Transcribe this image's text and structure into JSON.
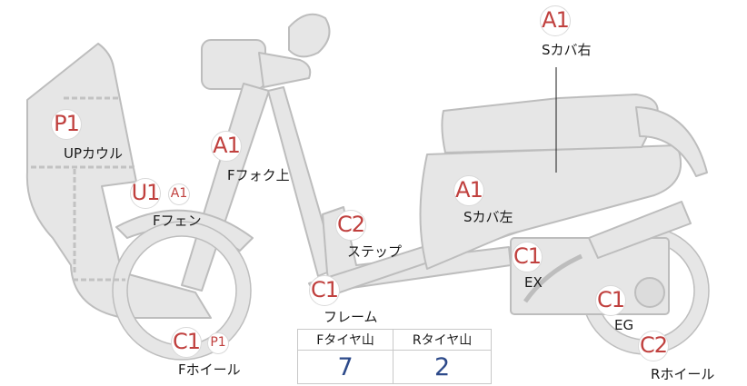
{
  "parts": [
    {
      "id": "p-scover-right",
      "code": "A1",
      "label": "Sカバ右"
    },
    {
      "id": "p-up-cowl",
      "code": "P1",
      "label": "UPカウル"
    },
    {
      "id": "p-ffork-upper",
      "code": "A1",
      "label": "Fフォク上"
    },
    {
      "id": "p-ffender",
      "code": "U1",
      "sub": "A1",
      "label": "Fフェン"
    },
    {
      "id": "p-scover-left",
      "code": "A1",
      "label": "Sカバ左"
    },
    {
      "id": "p-step",
      "code": "C2",
      "label": "ステップ"
    },
    {
      "id": "p-ex",
      "code": "C1",
      "label": "EX"
    },
    {
      "id": "p-frame",
      "code": "C1",
      "label": "フレーム"
    },
    {
      "id": "p-eg",
      "code": "C1",
      "label": "EG"
    },
    {
      "id": "p-fwheel",
      "code": "C1",
      "sub": "P1",
      "label": "Fホイール"
    },
    {
      "id": "p-rwheel",
      "code": "C2",
      "label": "Rホイール"
    }
  ],
  "tire_table": {
    "headers": [
      "Fタイヤ山",
      "Rタイヤ山"
    ],
    "values": [
      "7",
      "2"
    ]
  },
  "colors": {
    "part_fill": "#e6e6e6",
    "part_stroke": "#bdbdbd",
    "code_text": "#c0403e",
    "value_text": "#2d4a8a"
  }
}
